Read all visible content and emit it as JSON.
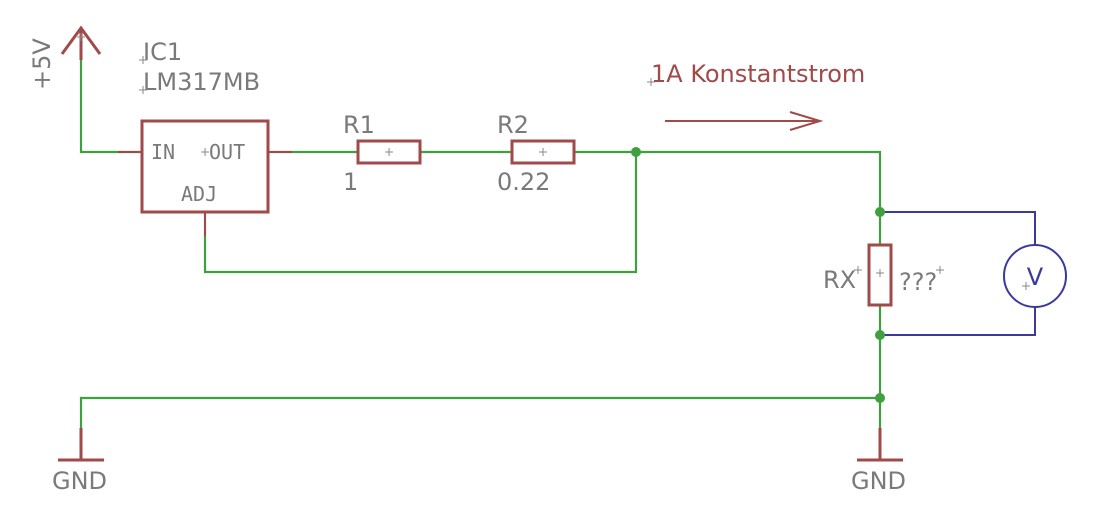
{
  "supply": {
    "label": "+5V"
  },
  "ic": {
    "name": "IC1",
    "value": "LM317MB",
    "pin_in": "IN",
    "pin_out": "OUT",
    "pin_adj": "ADJ"
  },
  "r1": {
    "name": "R1",
    "value": "1"
  },
  "r2": {
    "name": "R2",
    "value": "0.22"
  },
  "rx": {
    "name": "RX",
    "value": "???"
  },
  "meter": {
    "label": "V"
  },
  "annotation": {
    "text": "1A Konstantstrom"
  },
  "gnd_left": {
    "label": "GND"
  },
  "gnd_right": {
    "label": "GND"
  },
  "colors": {
    "net": "#3fa03f",
    "symbol": "#a04a4a",
    "meter_net": "#3a3a9e",
    "label": "#7a7a7a"
  }
}
